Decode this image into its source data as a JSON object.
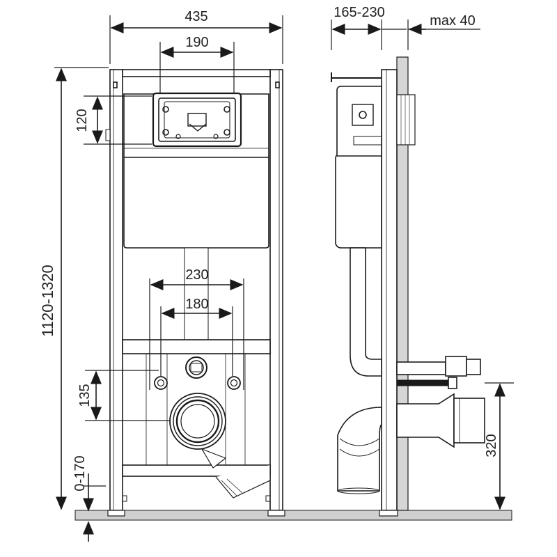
{
  "front_view": {
    "dims": {
      "frame_width": "435",
      "button_plate_width": "190",
      "button_plate_height": "120",
      "total_height": "1120-1320",
      "bolt_spacing_outer": "230",
      "bolt_spacing_inner": "180",
      "bolt_height": "135",
      "leg_adjust": "0-170"
    }
  },
  "side_view": {
    "dims": {
      "depth": "165-230",
      "wall_finish": "max 40",
      "drain_height": "320"
    }
  },
  "colors": {
    "line": "#1a1a1a",
    "floor": "#cfcfcf",
    "frame_fill": "#ffffff",
    "wall_fill": "#d6d6d6"
  }
}
